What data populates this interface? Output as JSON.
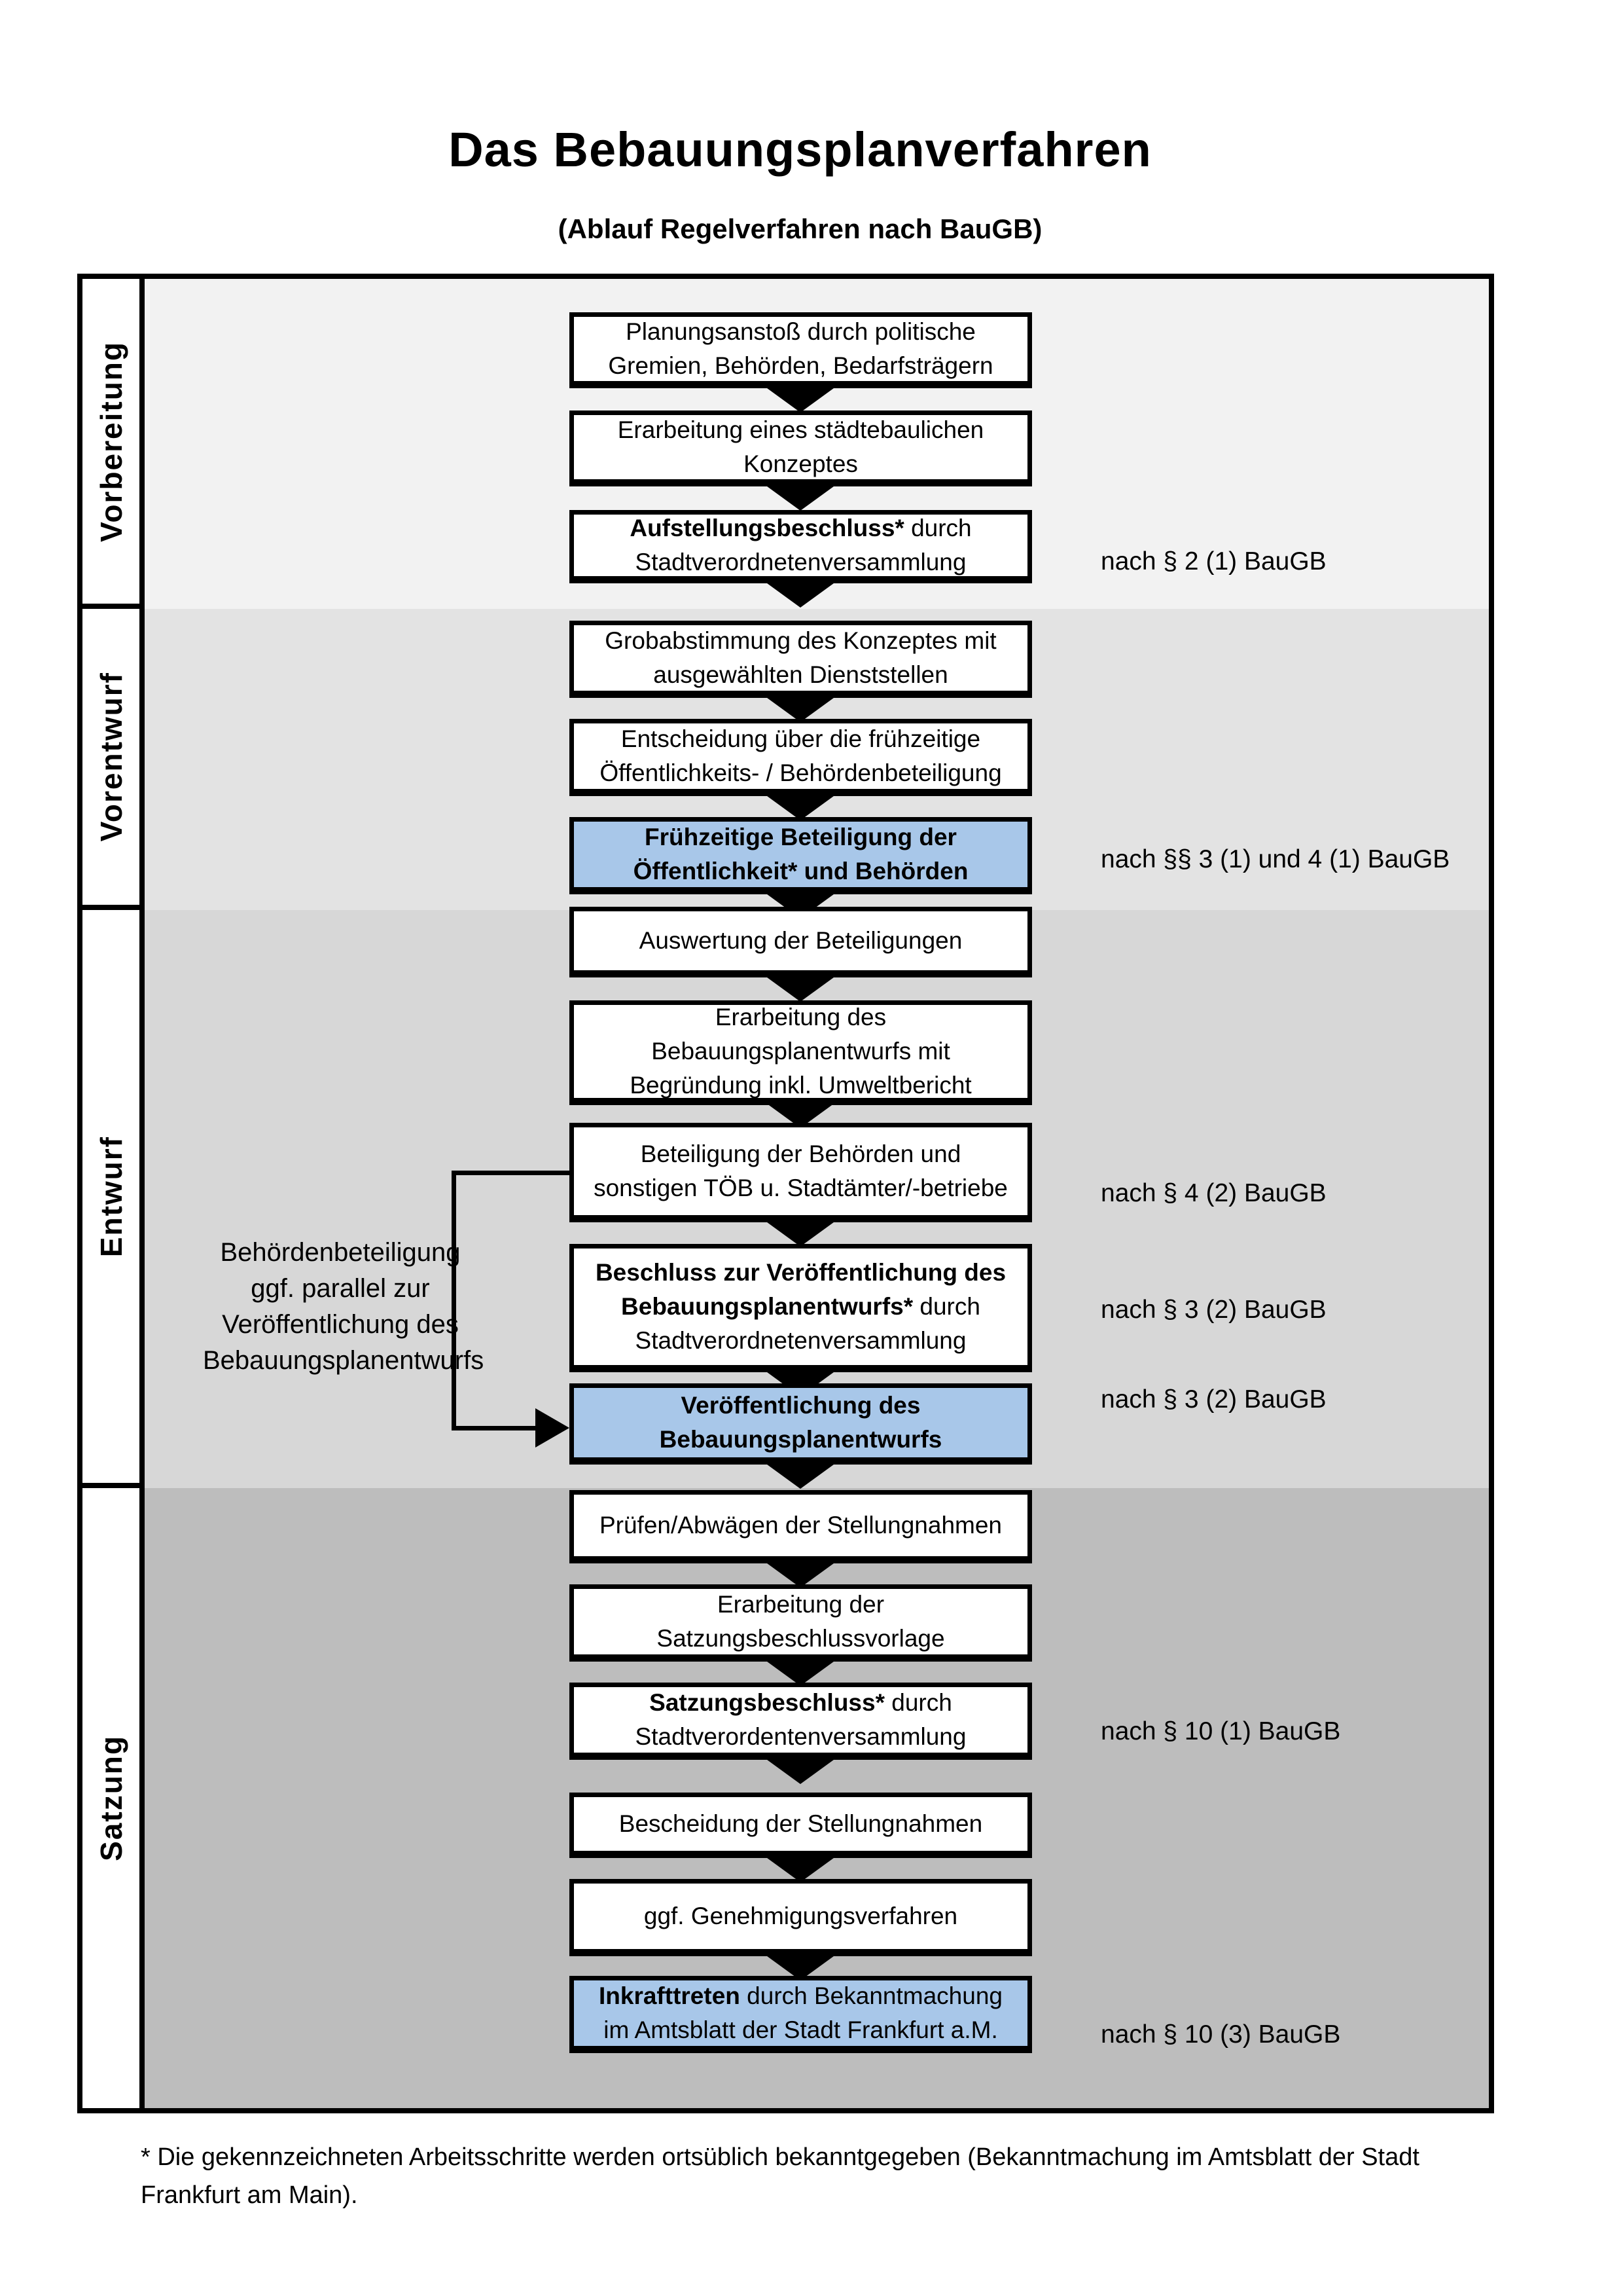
{
  "header": {
    "title": "Das Bebauungsplanverfahren",
    "subtitle": "(Ablauf Regelverfahren nach BauGB)"
  },
  "phases": [
    {
      "label": "Vorbereitung"
    },
    {
      "label": "Vorentwurf"
    },
    {
      "label": "Entwurf"
    },
    {
      "label": "Satzung"
    }
  ],
  "boxes": [
    {
      "bold": "",
      "rest": "Planungsanstoß durch politische\nGremien, Behörden, Bedarfsträgern",
      "highlighted": false
    },
    {
      "bold": "",
      "rest": "Erarbeitung eines städtebaulichen\nKonzeptes",
      "highlighted": false
    },
    {
      "bold": "Aufstellungsbeschluss*",
      "rest": " durch\nStadtverordnetenversammlung",
      "highlighted": false
    },
    {
      "bold": "",
      "rest": "Grobabstimmung des Konzeptes mit\nausgewählten Dienststellen",
      "highlighted": false
    },
    {
      "bold": "",
      "rest": "Entscheidung über die frühzeitige\nÖffentlichkeits- / Behördenbeteiligung",
      "highlighted": false
    },
    {
      "bold": "Frühzeitige Beteiligung der\nÖffentlichkeit* und Behörden",
      "rest": "",
      "highlighted": true
    },
    {
      "bold": "",
      "rest": "Auswertung der Beteiligungen",
      "highlighted": false
    },
    {
      "bold": "",
      "rest": "Erarbeitung des\nBebauungsplanentwurfs mit\nBegründung inkl. Umweltbericht",
      "highlighted": false
    },
    {
      "bold": "",
      "rest": "Beteiligung der Behörden und\nsonstigen TÖB u. Stadtämter/-betriebe",
      "highlighted": false
    },
    {
      "bold": "Beschluss zur Veröffentlichung des\nBebauungsplanentwurfs*",
      "rest": " durch\nStadtverordnetenversammlung",
      "highlighted": false
    },
    {
      "bold": "Veröffentlichung des\nBebauungsplanentwurfs",
      "rest": "",
      "highlighted": true
    },
    {
      "bold": "",
      "rest": "Prüfen/Abwägen der Stellungnahmen",
      "highlighted": false
    },
    {
      "bold": "",
      "rest": "Erarbeitung der\nSatzungsbeschlussvorlage",
      "highlighted": false
    },
    {
      "bold": "Satzungsbeschluss*",
      "rest": " durch\nStadtverordentenversammlung",
      "highlighted": false
    },
    {
      "bold": "",
      "rest": "Bescheidung der Stellungnahmen",
      "highlighted": false
    },
    {
      "bold": "",
      "rest": "ggf. Genehmigungsverfahren",
      "highlighted": false
    },
    {
      "bold": "Inkrafttreten",
      "rest": " durch Bekanntmachung\nim Amtsblatt der Stadt Frankfurt a.M.",
      "highlighted": true
    }
  ],
  "annotations": [
    "nach § 2 (1) BauGB",
    "nach §§ 3 (1) und 4 (1) BauGB",
    "nach § 4 (2) BauGB",
    "nach § 3 (2) BauGB",
    "nach § 3 (2) BauGB",
    "nach § 10 (1) BauGB",
    "nach § 10 (3) BauGB"
  ],
  "side_note": "Behördenbeteiligung\nggf. parallel zur\nVeröffentlichung des\nBebauungsplanentwurfs",
  "footnote": "* Die gekennzeichneten Arbeitsschritte werden ortsüblich bekanntgegeben (Bekanntmachung im Amtsblatt  der Stadt\nFrankfurt am Main).",
  "colors": {
    "highlight_blue": "#a8c7e9",
    "phase_bg_1": "#f2f2f2",
    "phase_bg_2": "#e3e3e3",
    "phase_bg_3": "#d7d7d7",
    "phase_bg_4": "#bdbdbd"
  }
}
